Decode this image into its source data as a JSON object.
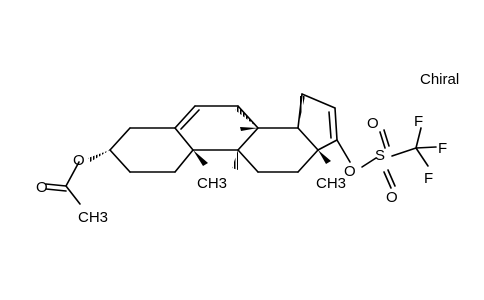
{
  "molecule": {
    "chiral_label": "Chiral",
    "atoms": {
      "o_ester": "O",
      "o_carbonyl": "O",
      "ch3_acetyl": "CH3",
      "ch3_c10": "CH3",
      "ch3_c13": "CH3",
      "o_triflate": "O",
      "s": "S",
      "o_s_top": "O",
      "o_s_bottom": "O",
      "f_left": "F",
      "f_top": "F",
      "f_right": "F"
    }
  },
  "colors": {
    "ink": "#000000",
    "background": "#ffffff"
  }
}
